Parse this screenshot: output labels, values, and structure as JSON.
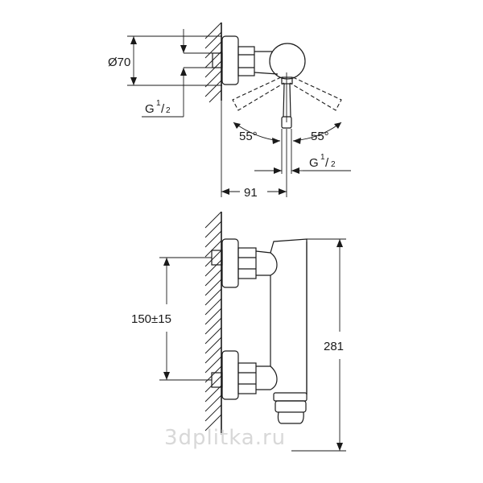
{
  "dimensions": {
    "diameter": "Ø70",
    "thread_left": "G",
    "thread_right": "G",
    "thread_fraction_num": "1",
    "thread_fraction_den": "2",
    "angle_left": "55°",
    "angle_right": "55°",
    "depth": "91",
    "spacing": "150±15",
    "height": "281"
  },
  "watermark": "3dplitka.ru",
  "colors": {
    "ink": "#1a1a1a",
    "watermark": "#d8d8d8",
    "background": "#ffffff"
  }
}
